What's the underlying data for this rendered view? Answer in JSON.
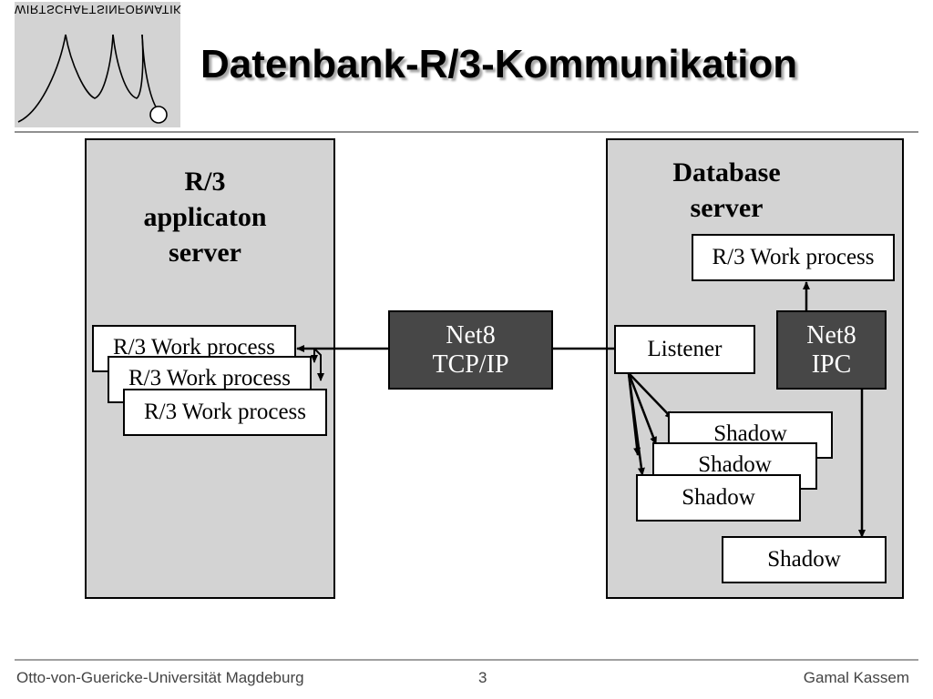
{
  "logo": {
    "text": "WIRTSCHAFTSINFORMATIK"
  },
  "title": "Datenbank-R/3-Kommunikation",
  "app_server": {
    "title_lines": [
      "R/3",
      "applicaton",
      "server"
    ],
    "work_processes": [
      "R/3 Work process",
      "R/3 Work process",
      "R/3 Work process"
    ]
  },
  "network": {
    "line1": "Net8",
    "line2": "TCP/IP"
  },
  "db_server": {
    "title_lines": [
      "Database",
      "server"
    ],
    "work_process": "R/3 Work process",
    "listener": "Listener",
    "ipc": {
      "line1": "Net8",
      "line2": "IPC"
    },
    "shadows": [
      "Shadow",
      "Shadow",
      "Shadow"
    ],
    "shadow_ipc": "Shadow"
  },
  "footer": {
    "left": "Otto-von-Guericke-Universität Magdeburg",
    "page": "3",
    "right": "Gamal Kassem"
  },
  "colors": {
    "server_fill": "#d3d3d3",
    "dark_box": "#474747"
  }
}
